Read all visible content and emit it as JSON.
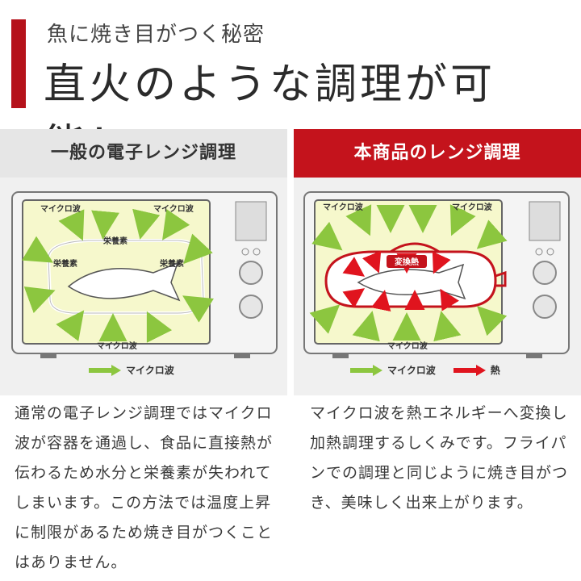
{
  "header": {
    "subtitle": "魚に焼き目がつく秘密",
    "title": "直火のような調理が可能！"
  },
  "left_panel": {
    "title": "一般の電子レンジ調理",
    "labels": {
      "microwave_tl": "マイクロ波",
      "microwave_tr": "マイクロ波",
      "microwave_bottom": "マイクロ波",
      "nutrient_1": "栄養素",
      "nutrient_2": "栄養素",
      "nutrient_3": "栄養素"
    },
    "legend": {
      "microwave": "マイクロ波"
    },
    "description": "通常の電子レンジ調理ではマイクロ波が容器を通過し、食品に直接熱が伝わるため水分と栄養素が失われてしまいます。この方法では温度上昇に制限があるため焼き目がつくことはありません。"
  },
  "right_panel": {
    "title": "本商品のレンジ調理",
    "labels": {
      "microwave_tl": "マイクロ波",
      "microwave_tr": "マイクロ波",
      "microwave_bottom": "マイクロ波",
      "conversion_heat": "変換熱"
    },
    "legend": {
      "microwave": "マイクロ波",
      "heat": "熱"
    },
    "description": "マイクロ波を熱エネルギーへ変換し加熱調理するしくみです。フライパンでの調理と同じように焼き目がつき、美味しく出来上がります。"
  },
  "colors": {
    "accent_red": "#c4131c",
    "microwave_green": "#8cc63f",
    "heat_red": "#e0141e",
    "oven_interior": "#f6f8cc"
  }
}
